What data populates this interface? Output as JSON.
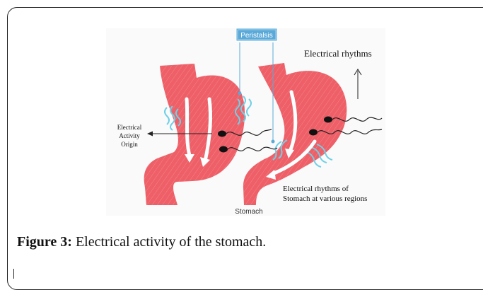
{
  "figure": {
    "labels": {
      "peristalsis": "Peristalsis",
      "electrical_rhythms": "Electrical rhythms",
      "origin_line1": "Electrical",
      "origin_line2": "Activity",
      "origin_line3": "Origin",
      "regions_line1": "Electrical rhythms of",
      "regions_line2": "Stomach at various regions",
      "stomach": "Stomach"
    },
    "colors": {
      "stomach": "#ee5f67",
      "wave": "#6fd0e6",
      "peristalsis_box": "#5aa9d8",
      "arrow": "#ffffff"
    }
  },
  "caption": {
    "label": "Figure 3:",
    "text": " Electrical activity of the stomach."
  }
}
